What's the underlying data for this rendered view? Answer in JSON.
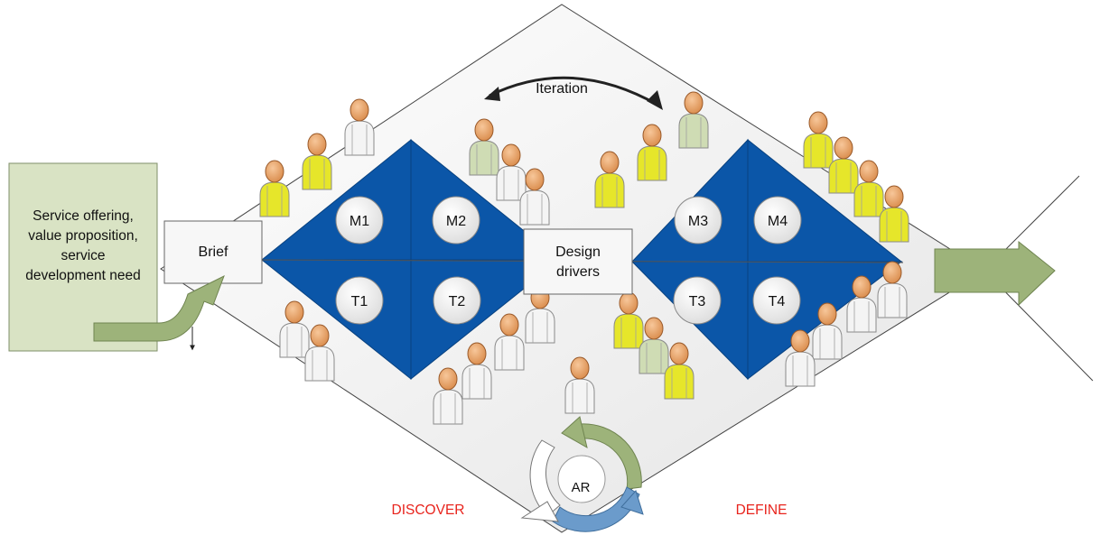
{
  "diagram": {
    "input_box_text": [
      "Service offering,",
      "value proposition,",
      "service",
      "development need"
    ],
    "brief_label": "Brief",
    "design_drivers_label": [
      "Design",
      "drivers"
    ],
    "iteration_label": "Iteration",
    "ar_label": "AR",
    "discover_label": "DISCOVER",
    "define_label": "DEFINE",
    "left_nodes": {
      "m1": "M1",
      "m2": "M2",
      "t1": "T1",
      "t2": "T2"
    },
    "right_nodes": {
      "m3": "M3",
      "m4": "M4",
      "t3": "T3",
      "t4": "T4"
    }
  },
  "colors": {
    "diamond_fill": "#0b56a8",
    "phase_label": "#e8231c",
    "input_box_fill": "#d9e3c4",
    "arrow_green": "#9db37a",
    "arrow_blue": "#6b9bcb",
    "person_yellow": "#e6e62a",
    "person_green": "#cfdcb4",
    "person_white": "#f4f4f4",
    "person_head": "#e8a66a"
  }
}
